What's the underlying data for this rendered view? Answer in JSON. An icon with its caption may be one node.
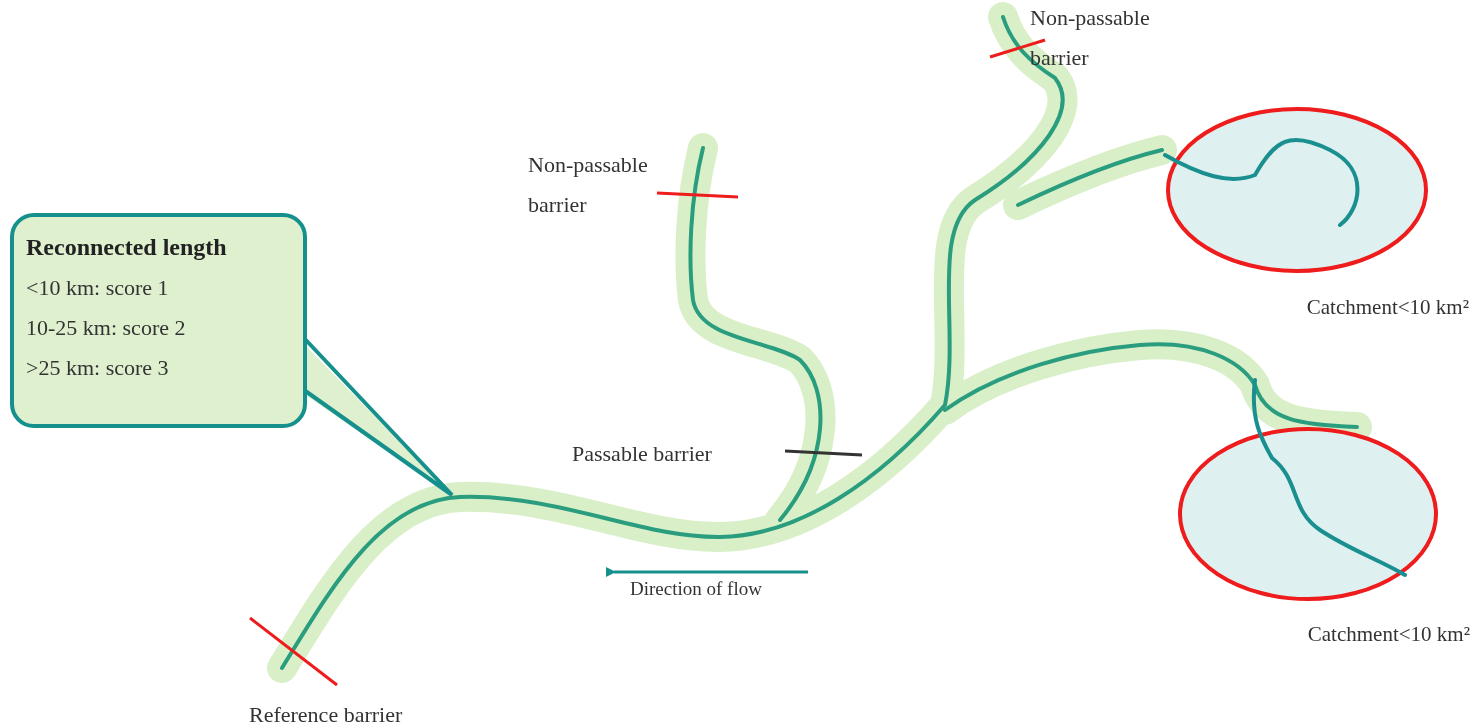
{
  "diagram": {
    "nodes": [
      {
        "text": [
          "Reconnected length",
          "<10 km: score 1",
          "10-25 km: score 2",
          ">25 km: score 3"
        ]
      },
      {
        "text": [
          "Catchment<10 km²"
        ]
      },
      {
        "text": [
          "Catchment<10 km²"
        ]
      }
    ],
    "edges": [],
    "labels": [
      "Non-passable barrier",
      "Non-passable barrier",
      "Passable barrier",
      "Direction of flow",
      "Reference barrier"
    ]
  }
}
